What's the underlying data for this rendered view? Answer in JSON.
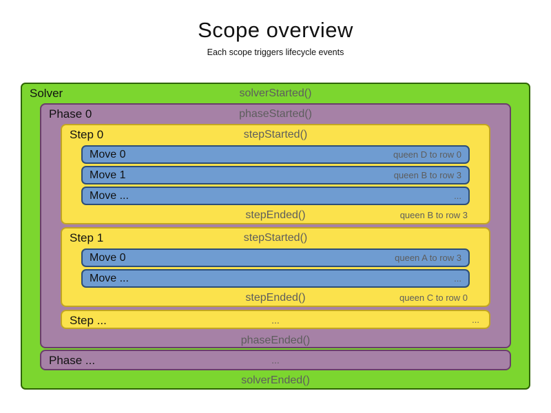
{
  "title": "Scope overview",
  "subtitle": "Each scope triggers lifecycle events",
  "colors": {
    "solver_bg": "#7cd62f",
    "solver_border": "#2e6400",
    "phase_bg": "#a681a6",
    "phase_border": "#6a3d6a",
    "step_bg": "#fbe24c",
    "step_border": "#c2a622",
    "move_bg": "#6f9cd1",
    "move_border": "#2c4d77",
    "event_text": "#5d5d5d",
    "label_text": "#111111"
  },
  "solver": {
    "label": "Solver",
    "started": "solverStarted()",
    "ended": "solverEnded()",
    "phase0": {
      "label": "Phase 0",
      "started": "phaseStarted()",
      "ended": "phaseEnded()",
      "steps": [
        {
          "label": "Step 0",
          "started": "stepStarted()",
          "ended": "stepEnded()",
          "ended_note": "queen B to row 3",
          "moves": [
            {
              "label": "Move 0",
              "note": "queen D to row 0"
            },
            {
              "label": "Move 1",
              "note": "queen B to row 3"
            },
            {
              "label": "Move ...",
              "note": "..."
            }
          ]
        },
        {
          "label": "Step 1",
          "started": "stepStarted()",
          "ended": "stepEnded()",
          "ended_note": "queen C to row 0",
          "moves": [
            {
              "label": "Move 0",
              "note": "queen A to row 3"
            },
            {
              "label": "Move ...",
              "note": "..."
            }
          ]
        }
      ],
      "step_more": {
        "label": "Step ...",
        "center": "...",
        "right": "..."
      }
    },
    "phase_more": {
      "label": "Phase ...",
      "center": "..."
    }
  }
}
